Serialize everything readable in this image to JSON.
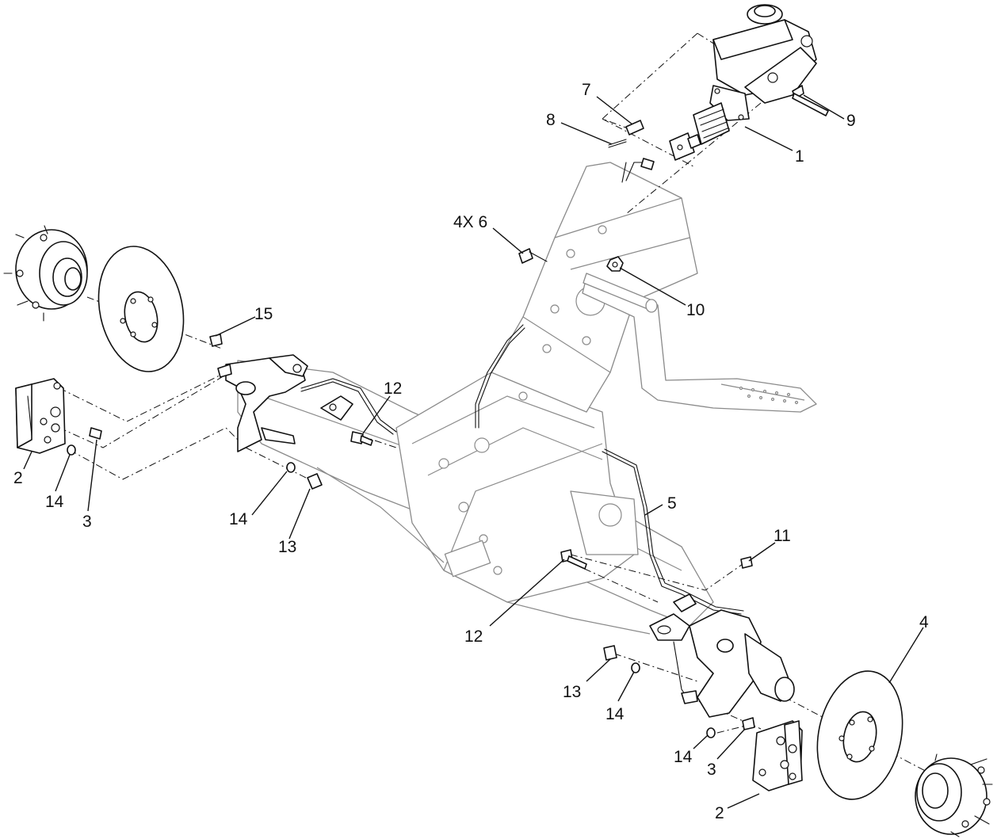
{
  "callouts": {
    "c1": "1",
    "c2a": "2",
    "c2b": "2",
    "c3a": "3",
    "c3b": "3",
    "c4": "4",
    "c5": "5",
    "c6": "4X 6",
    "c7": "7",
    "c8": "8",
    "c9": "9",
    "c10": "10",
    "c11": "11",
    "c12a": "12",
    "c12b": "12",
    "c13a": "13",
    "c13b": "13",
    "c14a": "14",
    "c14b": "14",
    "c14c": "14",
    "c14d": "14",
    "c15": "15"
  }
}
